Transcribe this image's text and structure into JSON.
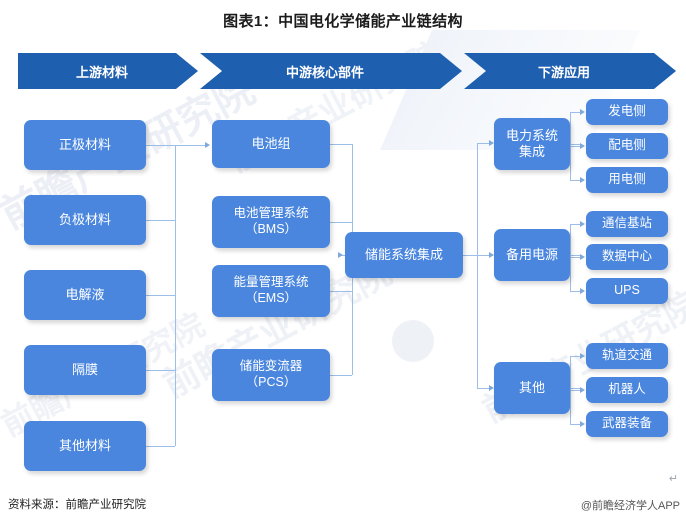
{
  "title": "图表1：中国电化学储能产业链结构",
  "header": {
    "stages": [
      {
        "label": "上游材料"
      },
      {
        "label": "中游核心部件"
      },
      {
        "label": "下游应用"
      }
    ]
  },
  "upstream": {
    "nodes": [
      {
        "label": "正极材料"
      },
      {
        "label": "负极材料"
      },
      {
        "label": "电解液"
      },
      {
        "label": "隔膜"
      },
      {
        "label": "其他材料"
      }
    ]
  },
  "midstream": {
    "components": [
      {
        "label": "电池组"
      },
      {
        "label": "电池管理系统\n（BMS）",
        "line1": "电池管理系统",
        "line2": "（BMS）"
      },
      {
        "label": "能量管理系统\n（EMS）",
        "line1": "能量管理系统",
        "line2": "（EMS）"
      },
      {
        "label": "储能变流器\n（PCS）",
        "line1": "储能变流器",
        "line2": "（PCS）"
      }
    ],
    "integration": {
      "label": "储能系统集成"
    }
  },
  "downstream": {
    "groups": [
      {
        "label_line1": "电力系统",
        "label_line2": "集成",
        "children": [
          {
            "label": "发电侧"
          },
          {
            "label": "配电侧"
          },
          {
            "label": "用电侧"
          }
        ]
      },
      {
        "label_line1": "备用电源",
        "label_line2": "",
        "children": [
          {
            "label": "通信基站"
          },
          {
            "label": "数据中心"
          },
          {
            "label": "UPS"
          }
        ]
      },
      {
        "label_line1": "其他",
        "label_line2": "",
        "children": [
          {
            "label": "轨道交通"
          },
          {
            "label": "机器人"
          },
          {
            "label": "武器装备"
          }
        ]
      }
    ]
  },
  "footer": {
    "source": "资料来源：前瞻产业研究院",
    "app": "@前瞻经济学人APP",
    "pilcrow": "↵"
  },
  "watermark": {
    "text_a": "前瞻产业研究院",
    "text_b": "前瞻产业研究院",
    "text_c": "前瞻产业研究院",
    "text_d": "前瞻产业研究院",
    "text_e": "前瞻产业研究院"
  },
  "colors": {
    "header_blue": "#1F5FAF",
    "node_blue": "#4A86DE",
    "line_blue": "#9DBEE8",
    "text_dark": "#1a1a1a"
  }
}
